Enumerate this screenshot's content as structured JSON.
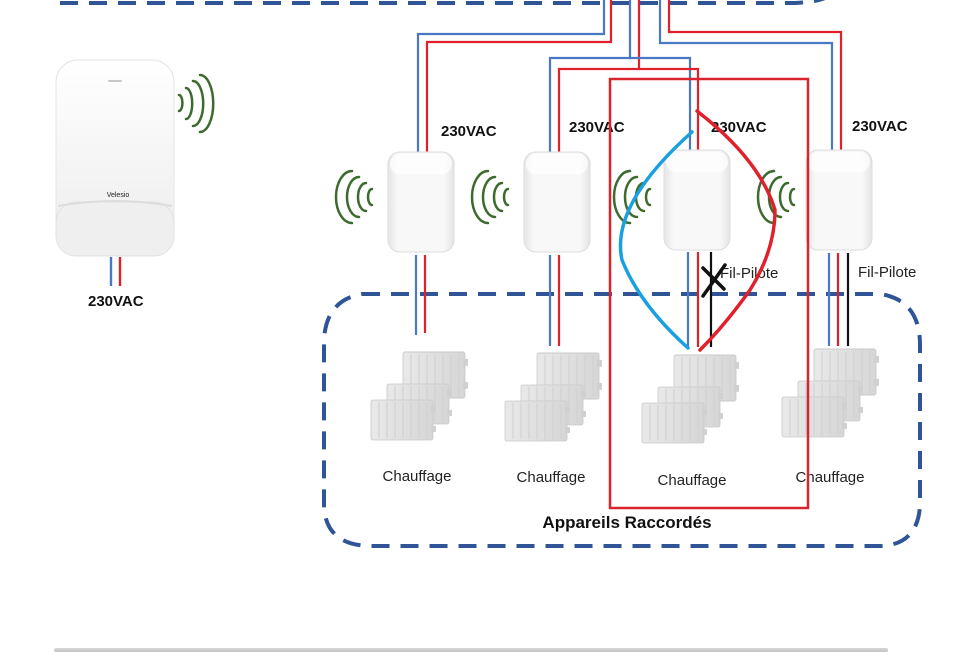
{
  "diagram": {
    "title": "Appareils Raccordés",
    "colors": {
      "phase": "#e0202a",
      "neutral": "#4a78c4",
      "fil_pilote": "#111111",
      "group_border": "#2f5597",
      "highlight_box": "#d9232d",
      "annotation_blue": "#1aa0e0",
      "annotation_red": "#e0202a",
      "wifi": "#3d6b2e"
    },
    "central_unit": {
      "brand": "Velesio",
      "supply_label": "230VAC",
      "icon": "wifi-signal-icon"
    },
    "modules": [
      {
        "id": 1,
        "supply_label": "230VAC",
        "output_label": "",
        "icon": "wifi-signal-icon",
        "heater_label": "Chauffage"
      },
      {
        "id": 2,
        "supply_label": "230VAC",
        "output_label": "",
        "icon": "wifi-signal-icon",
        "heater_label": "Chauffage"
      },
      {
        "id": 3,
        "supply_label": "230VAC",
        "output_label": "Fil-Pilote",
        "icon": "wifi-signal-icon",
        "heater_label": "Chauffage",
        "highlighted": true,
        "fil_pilote_crossed_out": true
      },
      {
        "id": 4,
        "supply_label": "230VAC",
        "output_label": "Fil-Pilote",
        "icon": "wifi-signal-icon",
        "heater_label": "Chauffage"
      }
    ]
  }
}
